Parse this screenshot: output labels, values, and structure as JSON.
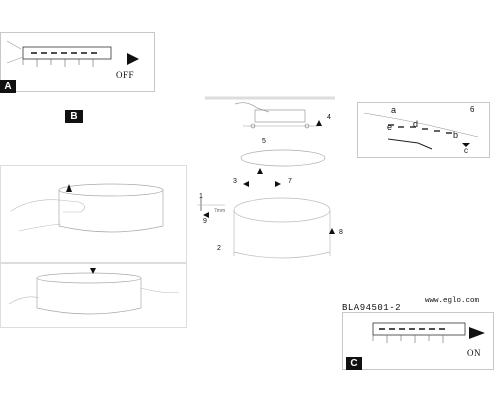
{
  "panels": {
    "a": {
      "tag": "A",
      "switch_label": "OFF"
    },
    "b": {
      "tag": "B"
    },
    "c": {
      "tag": "C",
      "switch_label": "ON"
    }
  },
  "footer": {
    "model": "BLA94501-2",
    "website": "www.eglo.com"
  },
  "callouts": {
    "c1": "1",
    "c2": "2",
    "c3": "3",
    "c4": "4",
    "c5": "5",
    "c6": "6",
    "c7": "7",
    "c8": "8",
    "c9": "9",
    "mm": "7mm"
  },
  "wiring_letters": [
    "a",
    "b",
    "c",
    "d",
    "e",
    "6"
  ]
}
